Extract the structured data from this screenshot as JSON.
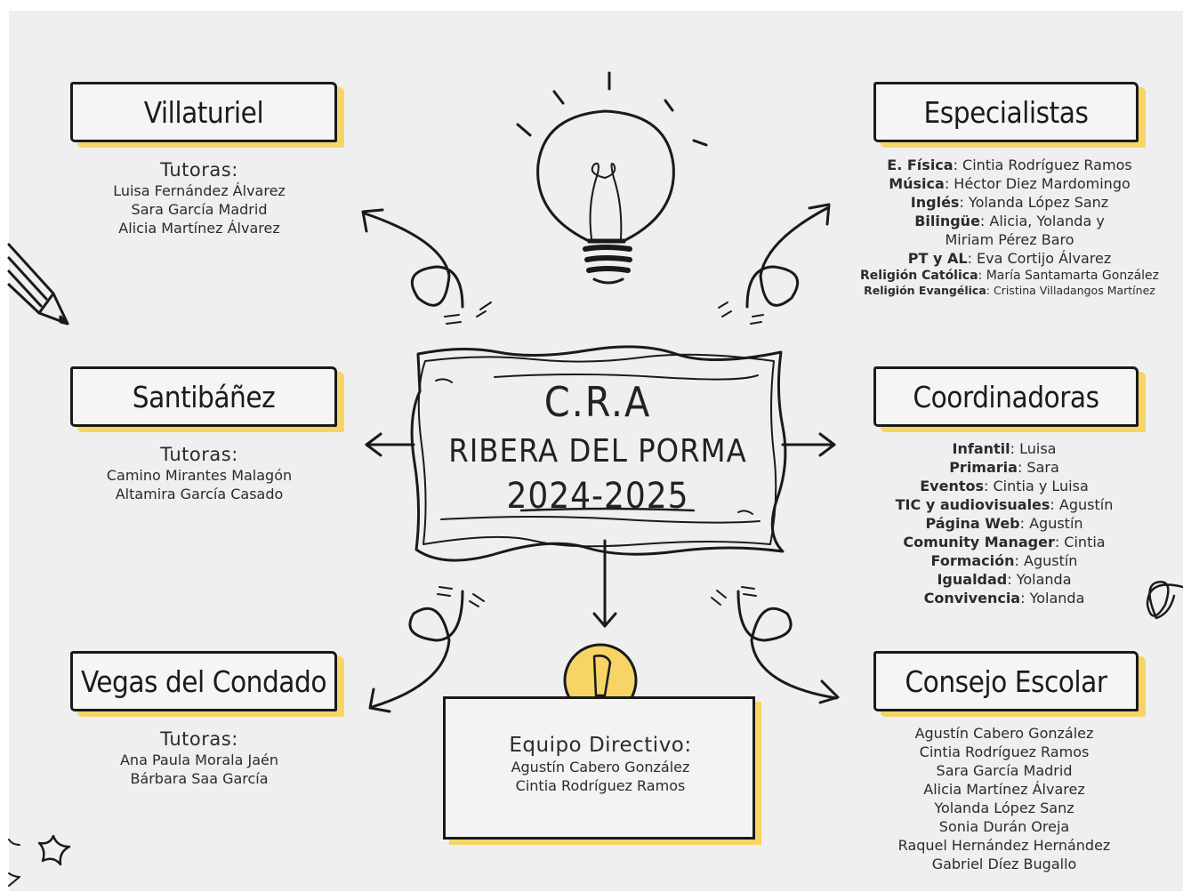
{
  "center": {
    "line1": "C.R.A",
    "line2": "RIBERA DEL PORMA",
    "line3": "2024-2025"
  },
  "villaturiel": {
    "title": "Villaturiel",
    "heading": "Tutoras:",
    "names": [
      "Luisa Fernández Álvarez",
      "Sara García Madrid",
      "Alicia Martínez Álvarez"
    ]
  },
  "santibanez": {
    "title": "Santibáñez",
    "heading": "Tutoras:",
    "names": [
      "Camino Mirantes Malagón",
      "Altamira García Casado"
    ]
  },
  "vegas": {
    "title": "Vegas del Condado",
    "heading": "Tutoras:",
    "names": [
      "Ana Paula Morala Jaén",
      "Bárbara Saa García"
    ]
  },
  "especialistas": {
    "title": "Especialistas",
    "items": [
      {
        "role": "E. Física",
        "names": ": Cintia Rodríguez Ramos"
      },
      {
        "role": "Música",
        "names": ": Héctor Diez Mardomingo"
      },
      {
        "role": "Inglés",
        "names": ": Yolanda López Sanz"
      },
      {
        "role": "Bilingüe",
        "names": ": Alicia, Yolanda y"
      },
      {
        "role": "",
        "names": "Miriam Pérez Baro"
      },
      {
        "role": "PT y AL",
        "names": ": Eva Cortijo Álvarez"
      },
      {
        "role": "Religión Católica",
        "names": ": María Santamarta González"
      },
      {
        "role": "Religión Evangélica",
        "names": ": Cristina Villadangos Martínez"
      }
    ]
  },
  "coordinadoras": {
    "title": "Coordinadoras",
    "items": [
      {
        "role": "Infantil",
        "names": ": Luisa"
      },
      {
        "role": "Primaria",
        "names": ": Sara"
      },
      {
        "role": "Eventos",
        "names": ": Cintia y Luisa"
      },
      {
        "role": "TIC y audiovisuales",
        "names": ": Agustín"
      },
      {
        "role": "Página Web",
        "names": ": Agustín"
      },
      {
        "role": "Comunity Manager",
        "names": ": Cintia"
      },
      {
        "role": "Formación",
        "names": ": Agustín"
      },
      {
        "role": "Igualdad",
        "names": ": Yolanda"
      },
      {
        "role": "Convivencia",
        "names": ": Yolanda"
      }
    ]
  },
  "consejo": {
    "title": "Consejo Escolar",
    "names": [
      "Agustín Cabero González",
      "Cintia Rodríguez Ramos",
      "Sara García Madrid",
      "Alicia Martínez Álvarez",
      "Yolanda López Sanz",
      "Sonia Durán Oreja",
      "Raquel Hernández Hernández",
      "Gabriel Díez Bugallo"
    ]
  },
  "equipo": {
    "heading": "Equipo Directivo:",
    "names": [
      "Agustín Cabero González",
      "Cintia Rodríguez Ramos"
    ]
  },
  "colors": {
    "background": "#efefef",
    "accent": "#f6d466",
    "ink": "#1a1a1a"
  }
}
